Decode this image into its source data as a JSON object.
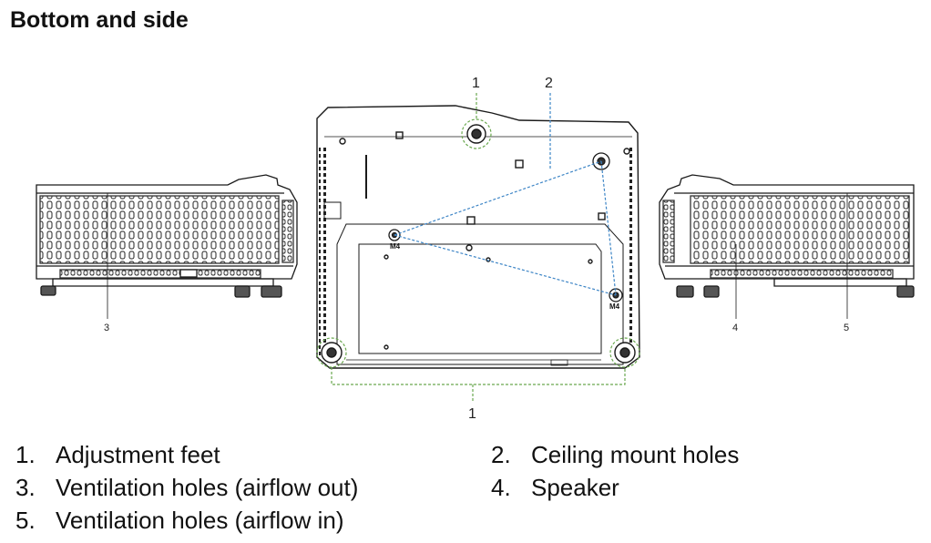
{
  "heading": "Bottom and side",
  "callouts": {
    "left_side": "3",
    "bottom_top_foot": "1",
    "bottom_mount": "2",
    "bottom_feet": "1",
    "right_speaker": "4",
    "right_vent": "5"
  },
  "mount_label": "M4",
  "legend": [
    {
      "num": "1.",
      "label": "Adjustment feet"
    },
    {
      "num": "2.",
      "label": "Ceiling mount holes"
    },
    {
      "num": "3.",
      "label": "Ventilation holes (airflow out)"
    },
    {
      "num": "4.",
      "label": "Speaker"
    },
    {
      "num": "5.",
      "label": "Ventilation holes (airflow in)"
    }
  ],
  "colors": {
    "outline": "#1a1a1a",
    "foot_leader": "#6aa84f",
    "mount_leader": "#3d85c6"
  }
}
